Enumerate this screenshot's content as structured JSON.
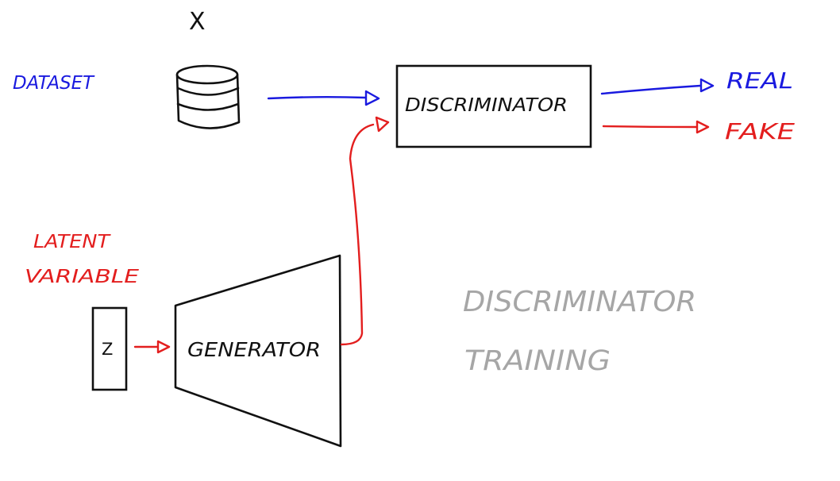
{
  "labels": {
    "dataset_symbol": "X",
    "dataset": "DATASET",
    "discriminator": "DISCRIMINATOR",
    "real": "REAL",
    "fake": "FAKE",
    "latent_line1": "LATENT",
    "latent_line2": "VARIABLE",
    "z": "Z",
    "generator": "GENERATOR",
    "caption_line1": "DISCRIMINATOR",
    "caption_line2": "TRAINING"
  },
  "colors": {
    "ink": "#111111",
    "real_path": "#1a1adf",
    "fake_path": "#e31e1e",
    "caption": "#a6a6a6"
  }
}
